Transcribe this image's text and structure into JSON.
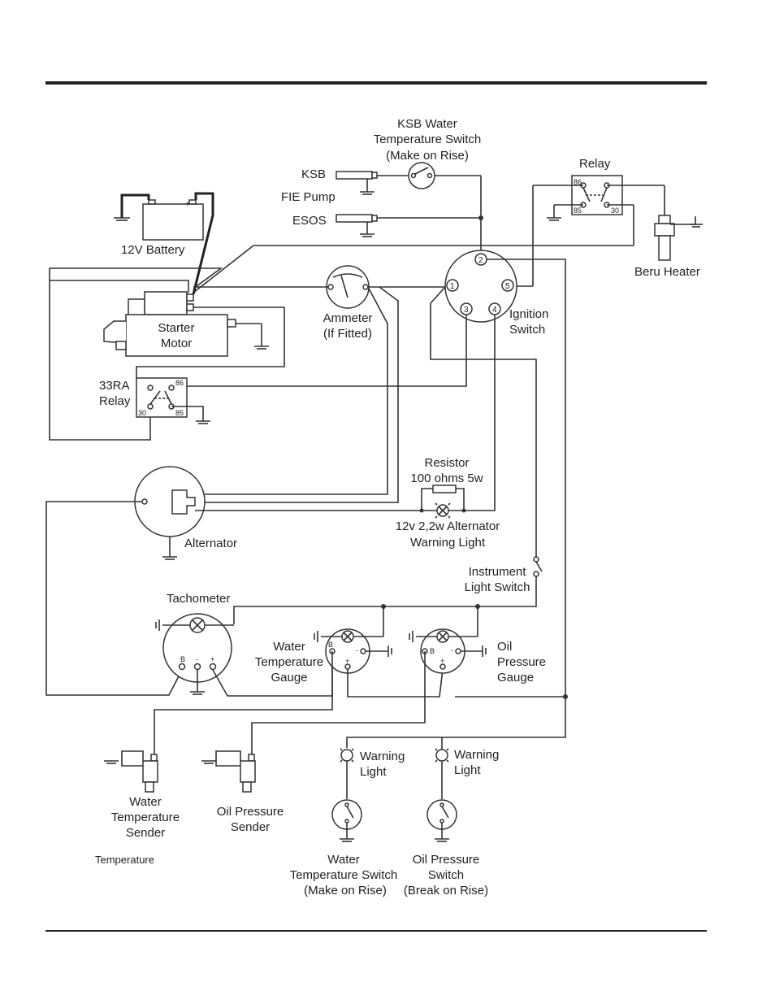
{
  "labels": {
    "ksb_switch": [
      "KSB Water",
      "Temperature Switch",
      "(Make on Rise)"
    ],
    "ksb": "KSB",
    "fie_pump": "FIE Pump",
    "esos": "ESOS",
    "relay": "Relay",
    "beru_heater": "Beru Heater",
    "battery": "12V Battery",
    "starter_motor": [
      "Starter",
      "Motor"
    ],
    "ammeter": [
      "Ammeter",
      "(If Fitted)"
    ],
    "ignition_switch": [
      "Ignition",
      "Switch"
    ],
    "relay_33ra": [
      "33RA",
      "Relay"
    ],
    "resistor": [
      "Resistor",
      "100 ohms 5w"
    ],
    "alt_warning_light": [
      "12v 2,2w Alternator",
      "Warning Light"
    ],
    "alternator": "Alternator",
    "instrument_light_switch": [
      "Instrument",
      "Light Switch"
    ],
    "tachometer": "Tachometer",
    "water_temp_gauge": [
      "Water",
      "Temperature",
      "Gauge"
    ],
    "oil_pressure_gauge": [
      "Oil",
      "Pressure",
      "Gauge"
    ],
    "water_temp_sender": [
      "Water",
      "Temperature",
      "Sender"
    ],
    "oil_pressure_sender": [
      "Oil Pressure",
      "Sender"
    ],
    "warning_light_1": [
      "Warning",
      "Light"
    ],
    "warning_light_2": [
      "Warning",
      "Light"
    ],
    "water_temp_switch": [
      "Water",
      "Temperature Switch",
      "(Make on Rise)"
    ],
    "oil_pressure_switch": [
      "Oil Pressure",
      "Switch",
      "(Break on Rise)"
    ],
    "stray_temperature": "Temperature"
  },
  "terminals": {
    "ignition": [
      "1",
      "2",
      "3",
      "4",
      "5"
    ],
    "relay_top": [
      "86",
      "85",
      "30"
    ],
    "relay_33ra": [
      "86",
      "30",
      "85"
    ],
    "battery": [
      "-",
      "+"
    ],
    "gauge_terminals": [
      "B",
      "-",
      "+"
    ]
  }
}
